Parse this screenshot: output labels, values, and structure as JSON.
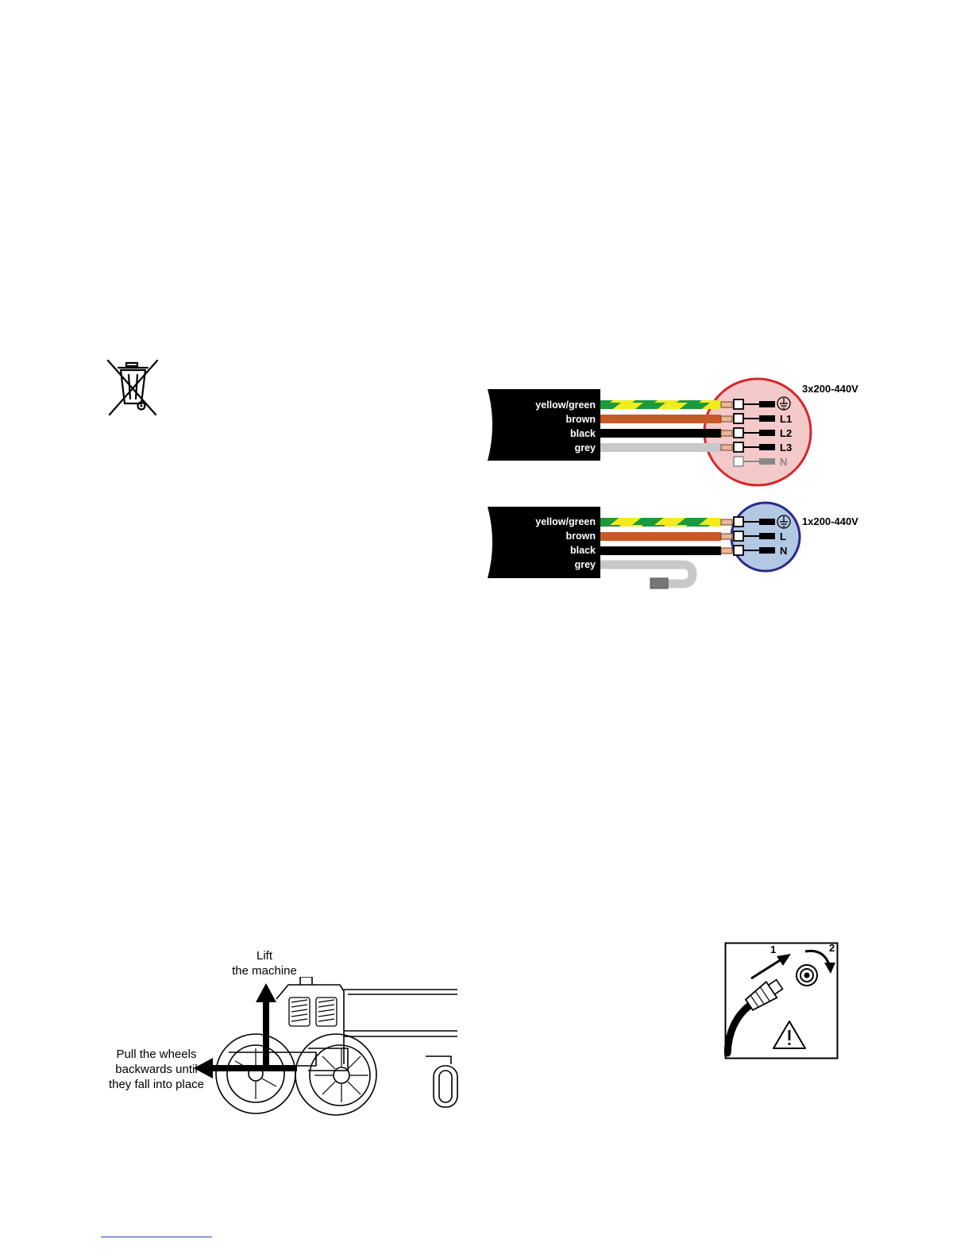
{
  "wiring": {
    "three_phase": {
      "voltage": "3x200-440V",
      "wires": [
        "yellow/green",
        "brown",
        "black",
        "grey"
      ],
      "terminals": [
        "L1",
        "L2",
        "L3",
        "N"
      ]
    },
    "single_phase": {
      "voltage": "1x200-440V",
      "wires": [
        "yellow/green",
        "brown",
        "black",
        "grey"
      ],
      "terminals": [
        "L",
        "N"
      ]
    }
  },
  "wheels": {
    "lift_line1": "Lift",
    "lift_line2": "the machine",
    "pull_line1": "Pull the wheels",
    "pull_line2": "backwards until",
    "pull_line3": "they fall into place"
  },
  "connector": {
    "step1": "1",
    "step2": "2"
  },
  "colors": {
    "yellow": "#f2ec1d",
    "green": "#1a9a3c",
    "brown": "#c65a26",
    "grey": "#c8c8c8",
    "red_ring": "#d8262a",
    "red_fill": "#f3c9c9",
    "blue_ring": "#2a2a8a",
    "blue_fill": "#b3c8e3"
  }
}
